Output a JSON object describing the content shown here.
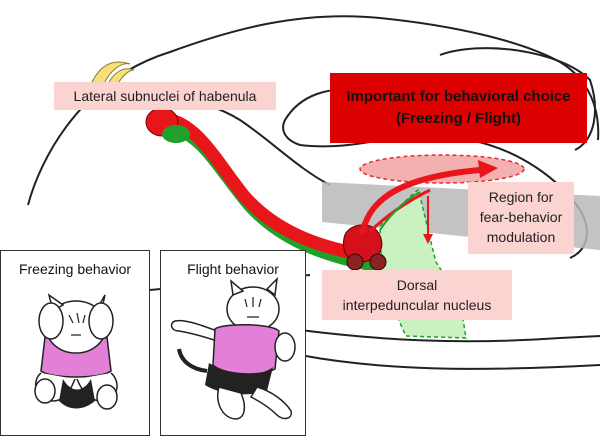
{
  "labels": {
    "habenula": "Lateral subnuclei of habenula",
    "behavioral_choice_line1": "Important for behavioral choice",
    "behavioral_choice_line2": "(Freezing / Flight)",
    "modulation_line1": "Region for",
    "modulation_line2": "fear-behavior",
    "modulation_line3": "modulation",
    "ipn_line1": "Dorsal",
    "ipn_line2": "interpeduncular nucleus"
  },
  "panels": {
    "freezing_title": "Freezing behavior",
    "flight_title": "Flight behavior"
  },
  "colors": {
    "red_pathway": "#e8161a",
    "green_pathway": "#1fa02a",
    "label_pink": "#fbd3d0",
    "highlight_red": "#dd0000",
    "light_green": "#c9f2c0",
    "gray_band": "#b8b8b8",
    "cat_shirt": "#e27fd6"
  }
}
